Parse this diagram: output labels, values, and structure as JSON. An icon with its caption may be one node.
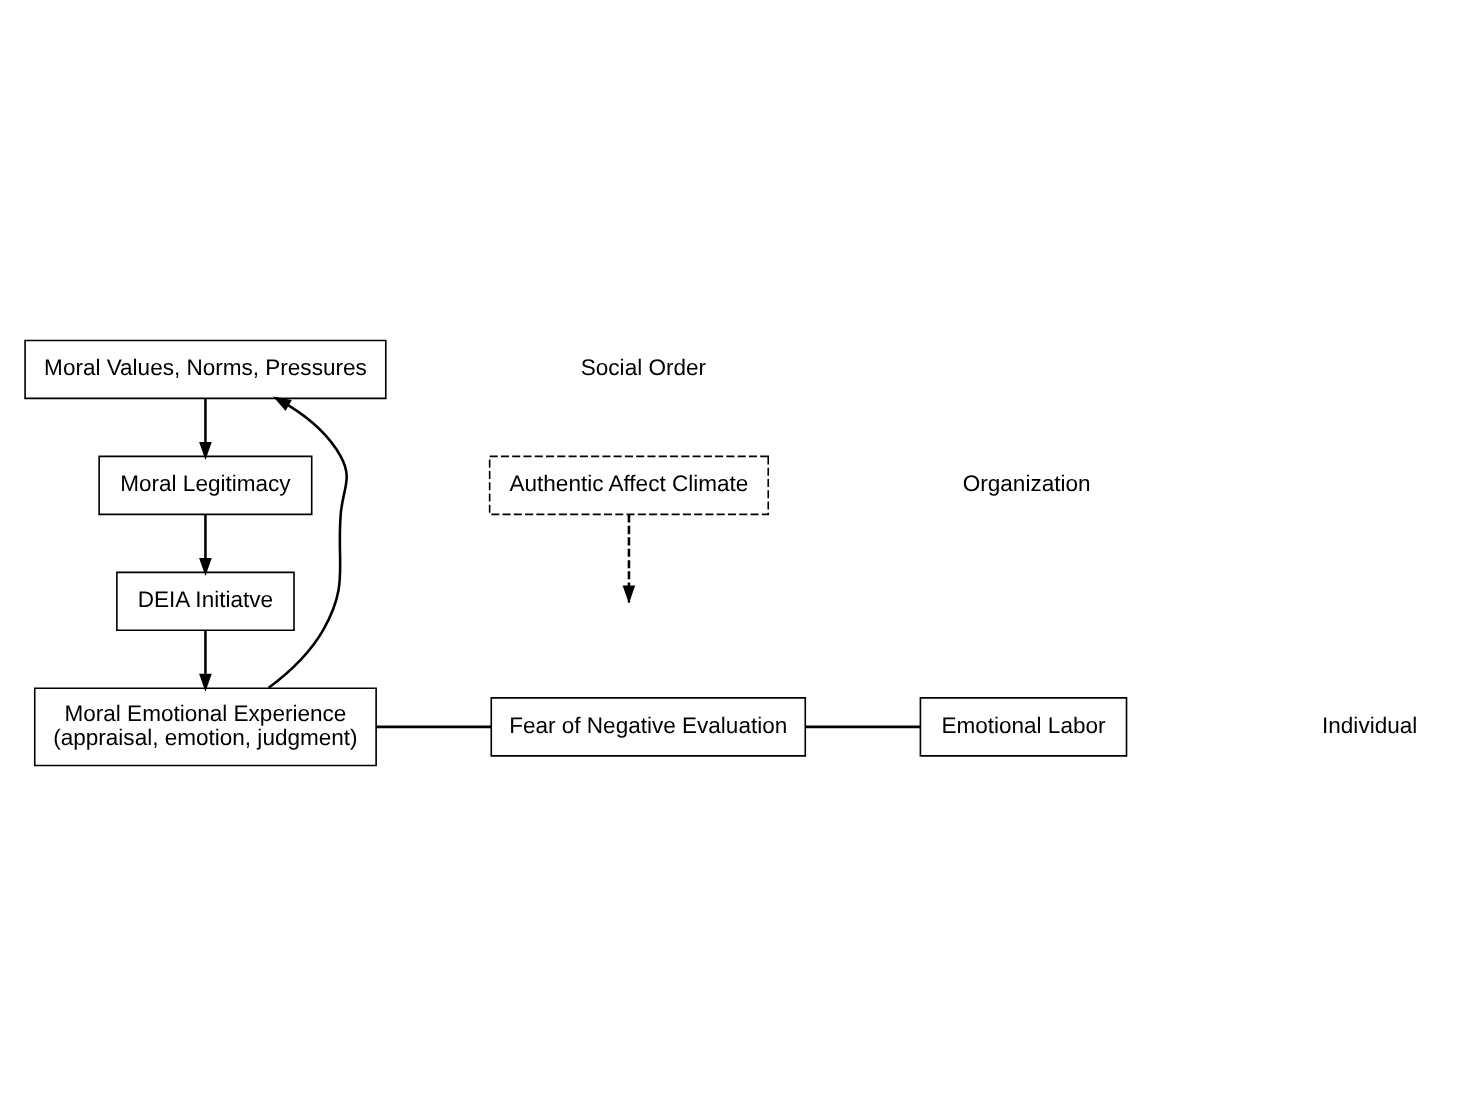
{
  "diagram": {
    "nodes": [
      {
        "text": [
          "Moral Values, Norms, Pressures"
        ]
      },
      {
        "text": [
          "Moral Legitimacy"
        ]
      },
      {
        "text": [
          "DEIA Initiatve"
        ]
      },
      {
        "text": [
          "Authentic Affect Climate"
        ]
      },
      {
        "text": [
          "Moral Emotional Experience",
          "(appraisal, emotion, judgment)"
        ]
      },
      {
        "text": [
          "Fear of Negative Evaluation"
        ]
      },
      {
        "text": [
          "Emotional Labor"
        ]
      }
    ],
    "edges": [
      {
        "from": 0,
        "to": 1,
        "arrow": "to"
      },
      {
        "from": 1,
        "to": 2,
        "arrow": "to"
      },
      {
        "from": 2,
        "to": 4,
        "arrow": "to"
      },
      {
        "from": 4,
        "to": 0,
        "arrow": "to"
      },
      {
        "from": 4,
        "to": 5,
        "arrow": "none"
      },
      {
        "from": 5,
        "to": 6,
        "arrow": "none"
      },
      {
        "from": 3,
        "to": null,
        "arrow": "to",
        "style": "dashed"
      }
    ],
    "labels": [
      "Social Order",
      "Organization",
      "Individual"
    ]
  }
}
